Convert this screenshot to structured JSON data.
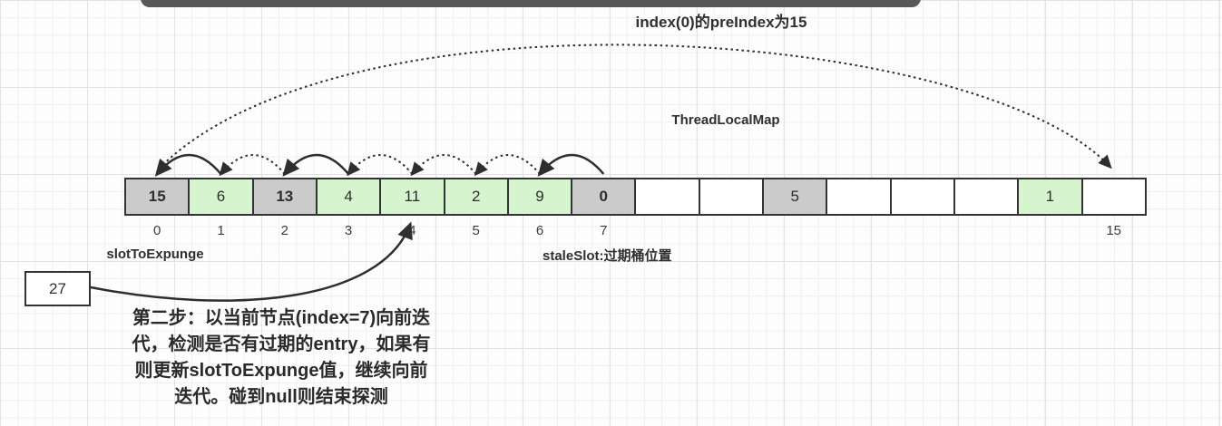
{
  "captions": {
    "pre_index": "index(0)的preIndex为15",
    "map_title": "ThreadLocalMap",
    "slot_to_expunge": "slotToExpunge",
    "stale_slot": "staleSlot:过期桶位置",
    "pointer_value": "27",
    "step_note": "第二步：以当前节点(index=7)向前迭\n代，检测是否有过期的entry，如果有\n则更新slotToExpunge值，继续向前\n迭代。碰到null则结束探测"
  },
  "array": {
    "cells": [
      {
        "index": 0,
        "value": "15",
        "state": "stale",
        "bold": true,
        "index_label": "0"
      },
      {
        "index": 1,
        "value": "6",
        "state": "valid",
        "bold": false,
        "index_label": "1"
      },
      {
        "index": 2,
        "value": "13",
        "state": "stale",
        "bold": true,
        "index_label": "2"
      },
      {
        "index": 3,
        "value": "4",
        "state": "valid",
        "bold": false,
        "index_label": "3"
      },
      {
        "index": 4,
        "value": "11",
        "state": "valid",
        "bold": false,
        "index_label": "4"
      },
      {
        "index": 5,
        "value": "2",
        "state": "valid",
        "bold": false,
        "index_label": "5"
      },
      {
        "index": 6,
        "value": "9",
        "state": "valid",
        "bold": false,
        "index_label": "6"
      },
      {
        "index": 7,
        "value": "0",
        "state": "stale",
        "bold": true,
        "index_label": "7"
      },
      {
        "index": 8,
        "value": "",
        "state": "empty",
        "bold": false,
        "index_label": ""
      },
      {
        "index": 9,
        "value": "",
        "state": "empty",
        "bold": false,
        "index_label": ""
      },
      {
        "index": 10,
        "value": "5",
        "state": "stale",
        "bold": false,
        "index_label": ""
      },
      {
        "index": 11,
        "value": "",
        "state": "empty",
        "bold": false,
        "index_label": ""
      },
      {
        "index": 12,
        "value": "",
        "state": "empty",
        "bold": false,
        "index_label": ""
      },
      {
        "index": 13,
        "value": "",
        "state": "empty",
        "bold": false,
        "index_label": ""
      },
      {
        "index": 14,
        "value": "1",
        "state": "valid",
        "bold": false,
        "index_label": ""
      },
      {
        "index": 15,
        "value": "",
        "state": "empty",
        "bold": false,
        "index_label": "15"
      }
    ]
  },
  "arrows": {
    "back_probe_arcs": [
      {
        "from": 1,
        "to": 0,
        "style": "solid"
      },
      {
        "from": 2,
        "to": 1,
        "style": "dotted"
      },
      {
        "from": 3,
        "to": 2,
        "style": "solid"
      },
      {
        "from": 4,
        "to": 3,
        "style": "dotted"
      },
      {
        "from": 5,
        "to": 4,
        "style": "dotted"
      },
      {
        "from": 6,
        "to": 5,
        "style": "dotted"
      },
      {
        "from": 7,
        "to": 6,
        "style": "solid"
      }
    ],
    "pre_index_arc": {
      "from": 0,
      "to": 15,
      "style": "dotted"
    },
    "pointer_arrow": {
      "from": "pointer-value-box",
      "to_cell": 4,
      "style": "solid"
    }
  },
  "colors": {
    "stale_fill": "#cbcbcb",
    "valid_fill": "#d6f5cf",
    "empty_fill": "#ffffff",
    "cell_border": "#333333",
    "arrow_ink": "#2e2e2e",
    "title_bar": "#58585a"
  }
}
